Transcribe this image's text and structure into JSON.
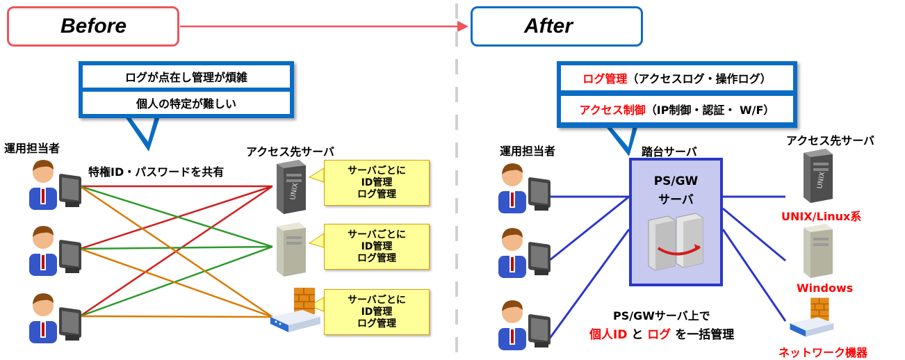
{
  "phases": {
    "before": "Before",
    "after": "After"
  },
  "before": {
    "bubble_lines": [
      "ログが点在し管理が煩雑",
      "個人の特定が難しい"
    ],
    "operators_label": "運用担当者",
    "shared_label": "特権ID・パスワードを共有",
    "servers_label": "アクセス先サーバ",
    "notes": [
      {
        "l1": "サーバごとに",
        "l2": "ID管理",
        "l3": "ログ管理"
      },
      {
        "l1": "サーバごとに",
        "l2": "ID管理",
        "l3": "ログ管理"
      },
      {
        "l1": "サーバごとに",
        "l2": "ID管理",
        "l3": "ログ管理"
      }
    ]
  },
  "after": {
    "bubble_lines": [
      {
        "red": "ログ管理",
        "black": "（アクセスログ・操作ログ）"
      },
      {
        "red": "アクセス制御",
        "black": "（IP制御・認証・ W/F）"
      }
    ],
    "operators_label": "運用担当者",
    "gateway_label": "踏台サーバ",
    "gateway_inner_l1": "PS/GW",
    "gateway_inner_l2": "サーバ",
    "servers_label": "アクセス先サーバ",
    "server_tags": [
      "UNIX/Linux系",
      "Windows",
      "ネットワーク機器"
    ],
    "summary_l1": "PS/GWサーバ上で",
    "summary_red1": "個人ID",
    "summary_mid": " と ",
    "summary_red2": "ログ",
    "summary_end": " を一括管理"
  },
  "colors": {
    "before_border": "#f0535a",
    "after_border": "#0a6cc4",
    "accent_red": "#ff0000",
    "line_red": "#d11d1d",
    "line_green": "#2d9a2d",
    "line_orange": "#d97a00",
    "line_blue": "#2b36c9"
  },
  "icons": {
    "operator": "person-at-computer-icon",
    "unix_server": "unix-tower-server-icon",
    "windows_server": "windows-tower-server-icon",
    "network": "firewall-router-icon",
    "gateway": "twin-server-icon"
  }
}
